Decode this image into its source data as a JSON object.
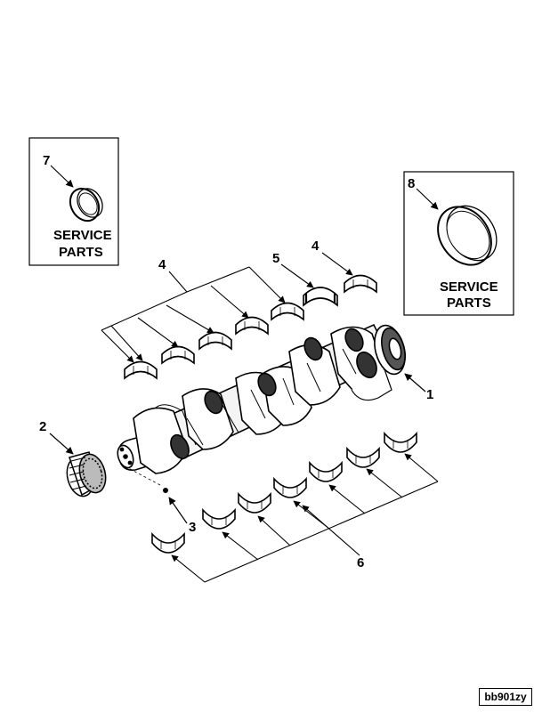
{
  "callouts": {
    "c1": "1",
    "c2": "2",
    "c3": "3",
    "c4a": "4",
    "c4b": "4",
    "c5": "5",
    "c6": "6",
    "c7": "7",
    "c8": "8"
  },
  "service_box_left": {
    "line1": "SERVICE",
    "line2": "PARTS"
  },
  "service_box_right": {
    "line1": "SERVICE",
    "line2": "PARTS"
  },
  "figure_code": "bb901zy"
}
